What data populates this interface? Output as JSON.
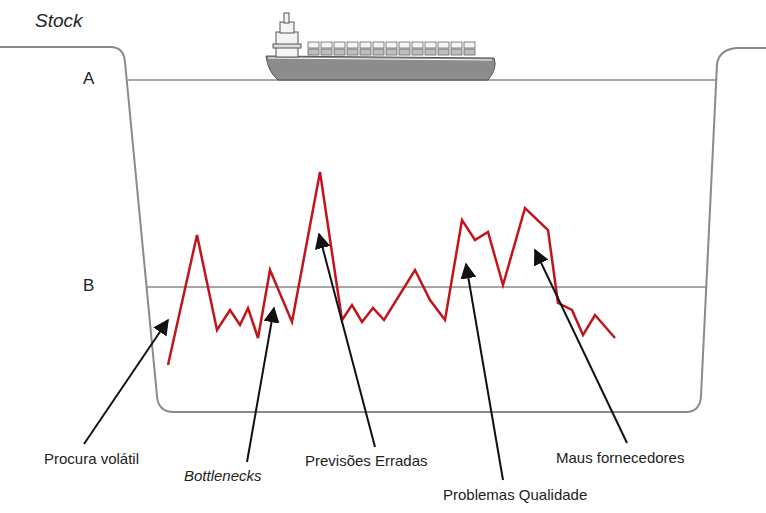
{
  "diagram": {
    "labels": [
      "Stock",
      "A",
      "B",
      "Procura volátil",
      "Bottlenecks",
      "Previsões Erradas",
      "Problemas Qualidade",
      "Maus fornecedores"
    ]
  }
}
